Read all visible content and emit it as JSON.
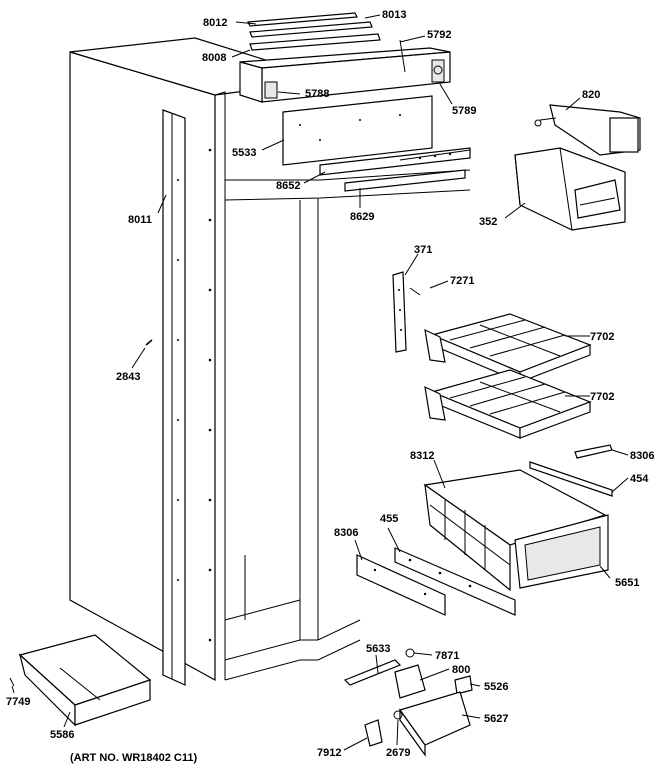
{
  "diagram": {
    "art_number": "(ART NO. WR18402 C11)",
    "part_labels": {
      "p8012": "8012",
      "p8013": "8013",
      "p8008": "8008",
      "p5792": "5792",
      "p5788": "5788",
      "p5789": "5789",
      "p5533": "5533",
      "p820": "820",
      "p8652": "8652",
      "p8011": "8011",
      "p8629": "8629",
      "p352": "352",
      "p371": "371",
      "p7271": "7271",
      "p7702a": "7702",
      "p7702b": "7702",
      "p2843": "2843",
      "p8312": "8312",
      "p8306a": "8306",
      "p454": "454",
      "p455": "455",
      "p8306b": "8306",
      "p5651": "5651",
      "p5633": "5633",
      "p7871": "7871",
      "p800": "800",
      "p5526": "5526",
      "p5627": "5627",
      "p7749": "7749",
      "p5586": "5586",
      "p7912": "7912",
      "p2679": "2679"
    }
  }
}
